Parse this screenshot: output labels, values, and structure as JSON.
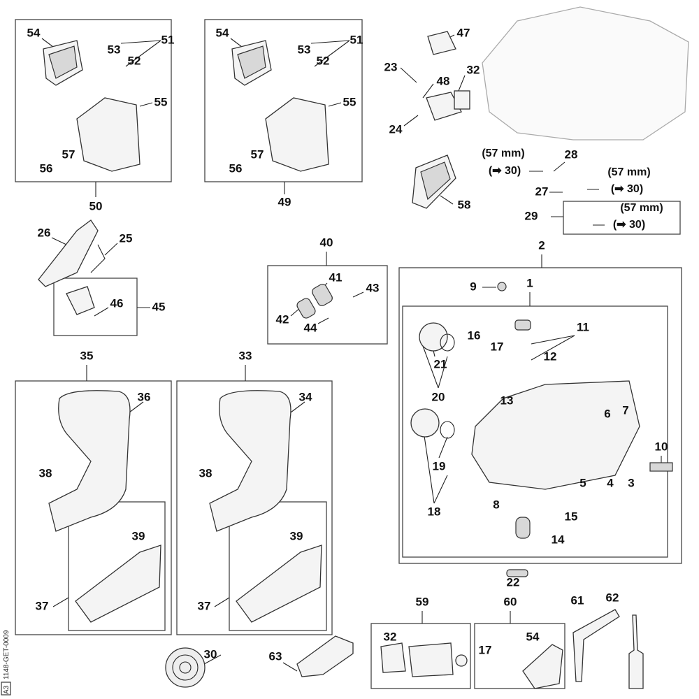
{
  "diagram": {
    "drawing_id": "1148-GET-0009",
    "sheet": "A3",
    "callouts": [
      "54",
      "53",
      "51",
      "52",
      "55",
      "57",
      "56",
      "50",
      "54",
      "53",
      "51",
      "52",
      "55",
      "57",
      "56",
      "49",
      "47",
      "23",
      "48",
      "32",
      "24",
      "28",
      "27",
      "29",
      "58",
      "26",
      "25",
      "46",
      "45",
      "40",
      "41",
      "43",
      "42",
      "44",
      "2",
      "9",
      "1",
      "11",
      "12",
      "16",
      "17",
      "21",
      "20",
      "13",
      "6",
      "7",
      "19",
      "18",
      "8",
      "15",
      "14",
      "5",
      "4",
      "3",
      "10",
      "35",
      "36",
      "38",
      "39",
      "37",
      "33",
      "34",
      "38",
      "39",
      "37",
      "22",
      "59",
      "32",
      "60",
      "54",
      "17",
      "61",
      "62",
      "30",
      "63"
    ],
    "notes": {
      "length": "(57 mm)",
      "ref": "(➡ 30)"
    }
  }
}
